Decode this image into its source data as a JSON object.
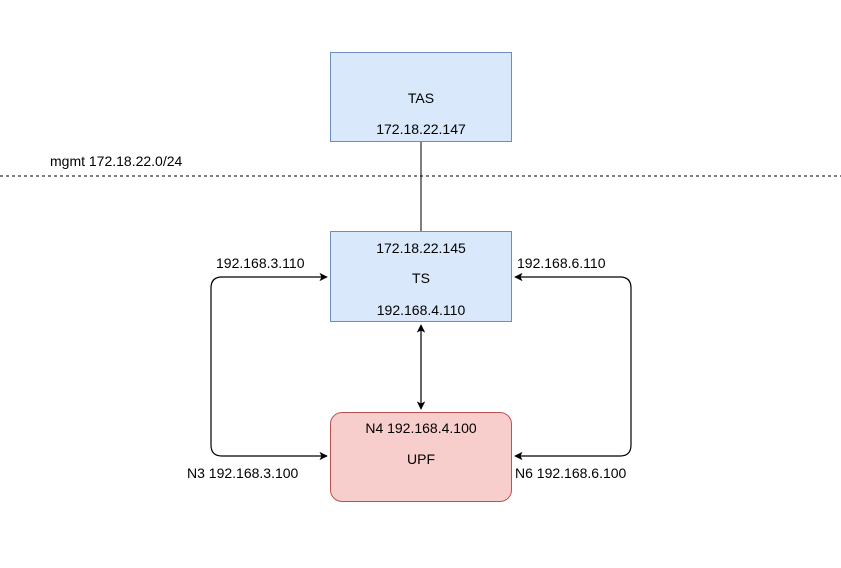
{
  "network": {
    "mgmt_label": "mgmt 172.18.22.0/24"
  },
  "nodes": {
    "tas": {
      "name": "TAS",
      "ip": "172.18.22.147"
    },
    "ts": {
      "ip_top": "172.18.22.145",
      "name": "TS",
      "ip_bottom": "192.168.4.110"
    },
    "upf": {
      "ip_top": "N4 192.168.4.100",
      "name": "UPF"
    }
  },
  "links": {
    "left_top": "192.168.3.110",
    "right_top": "192.168.6.110",
    "left_bottom": "N3 192.168.3.100",
    "right_bottom": "N6 192.168.6.100"
  },
  "colors": {
    "blue_fill": "#dae8fc",
    "blue_stroke": "#6c8ebf",
    "red_fill": "#f8cecc",
    "red_stroke": "#b85450"
  }
}
